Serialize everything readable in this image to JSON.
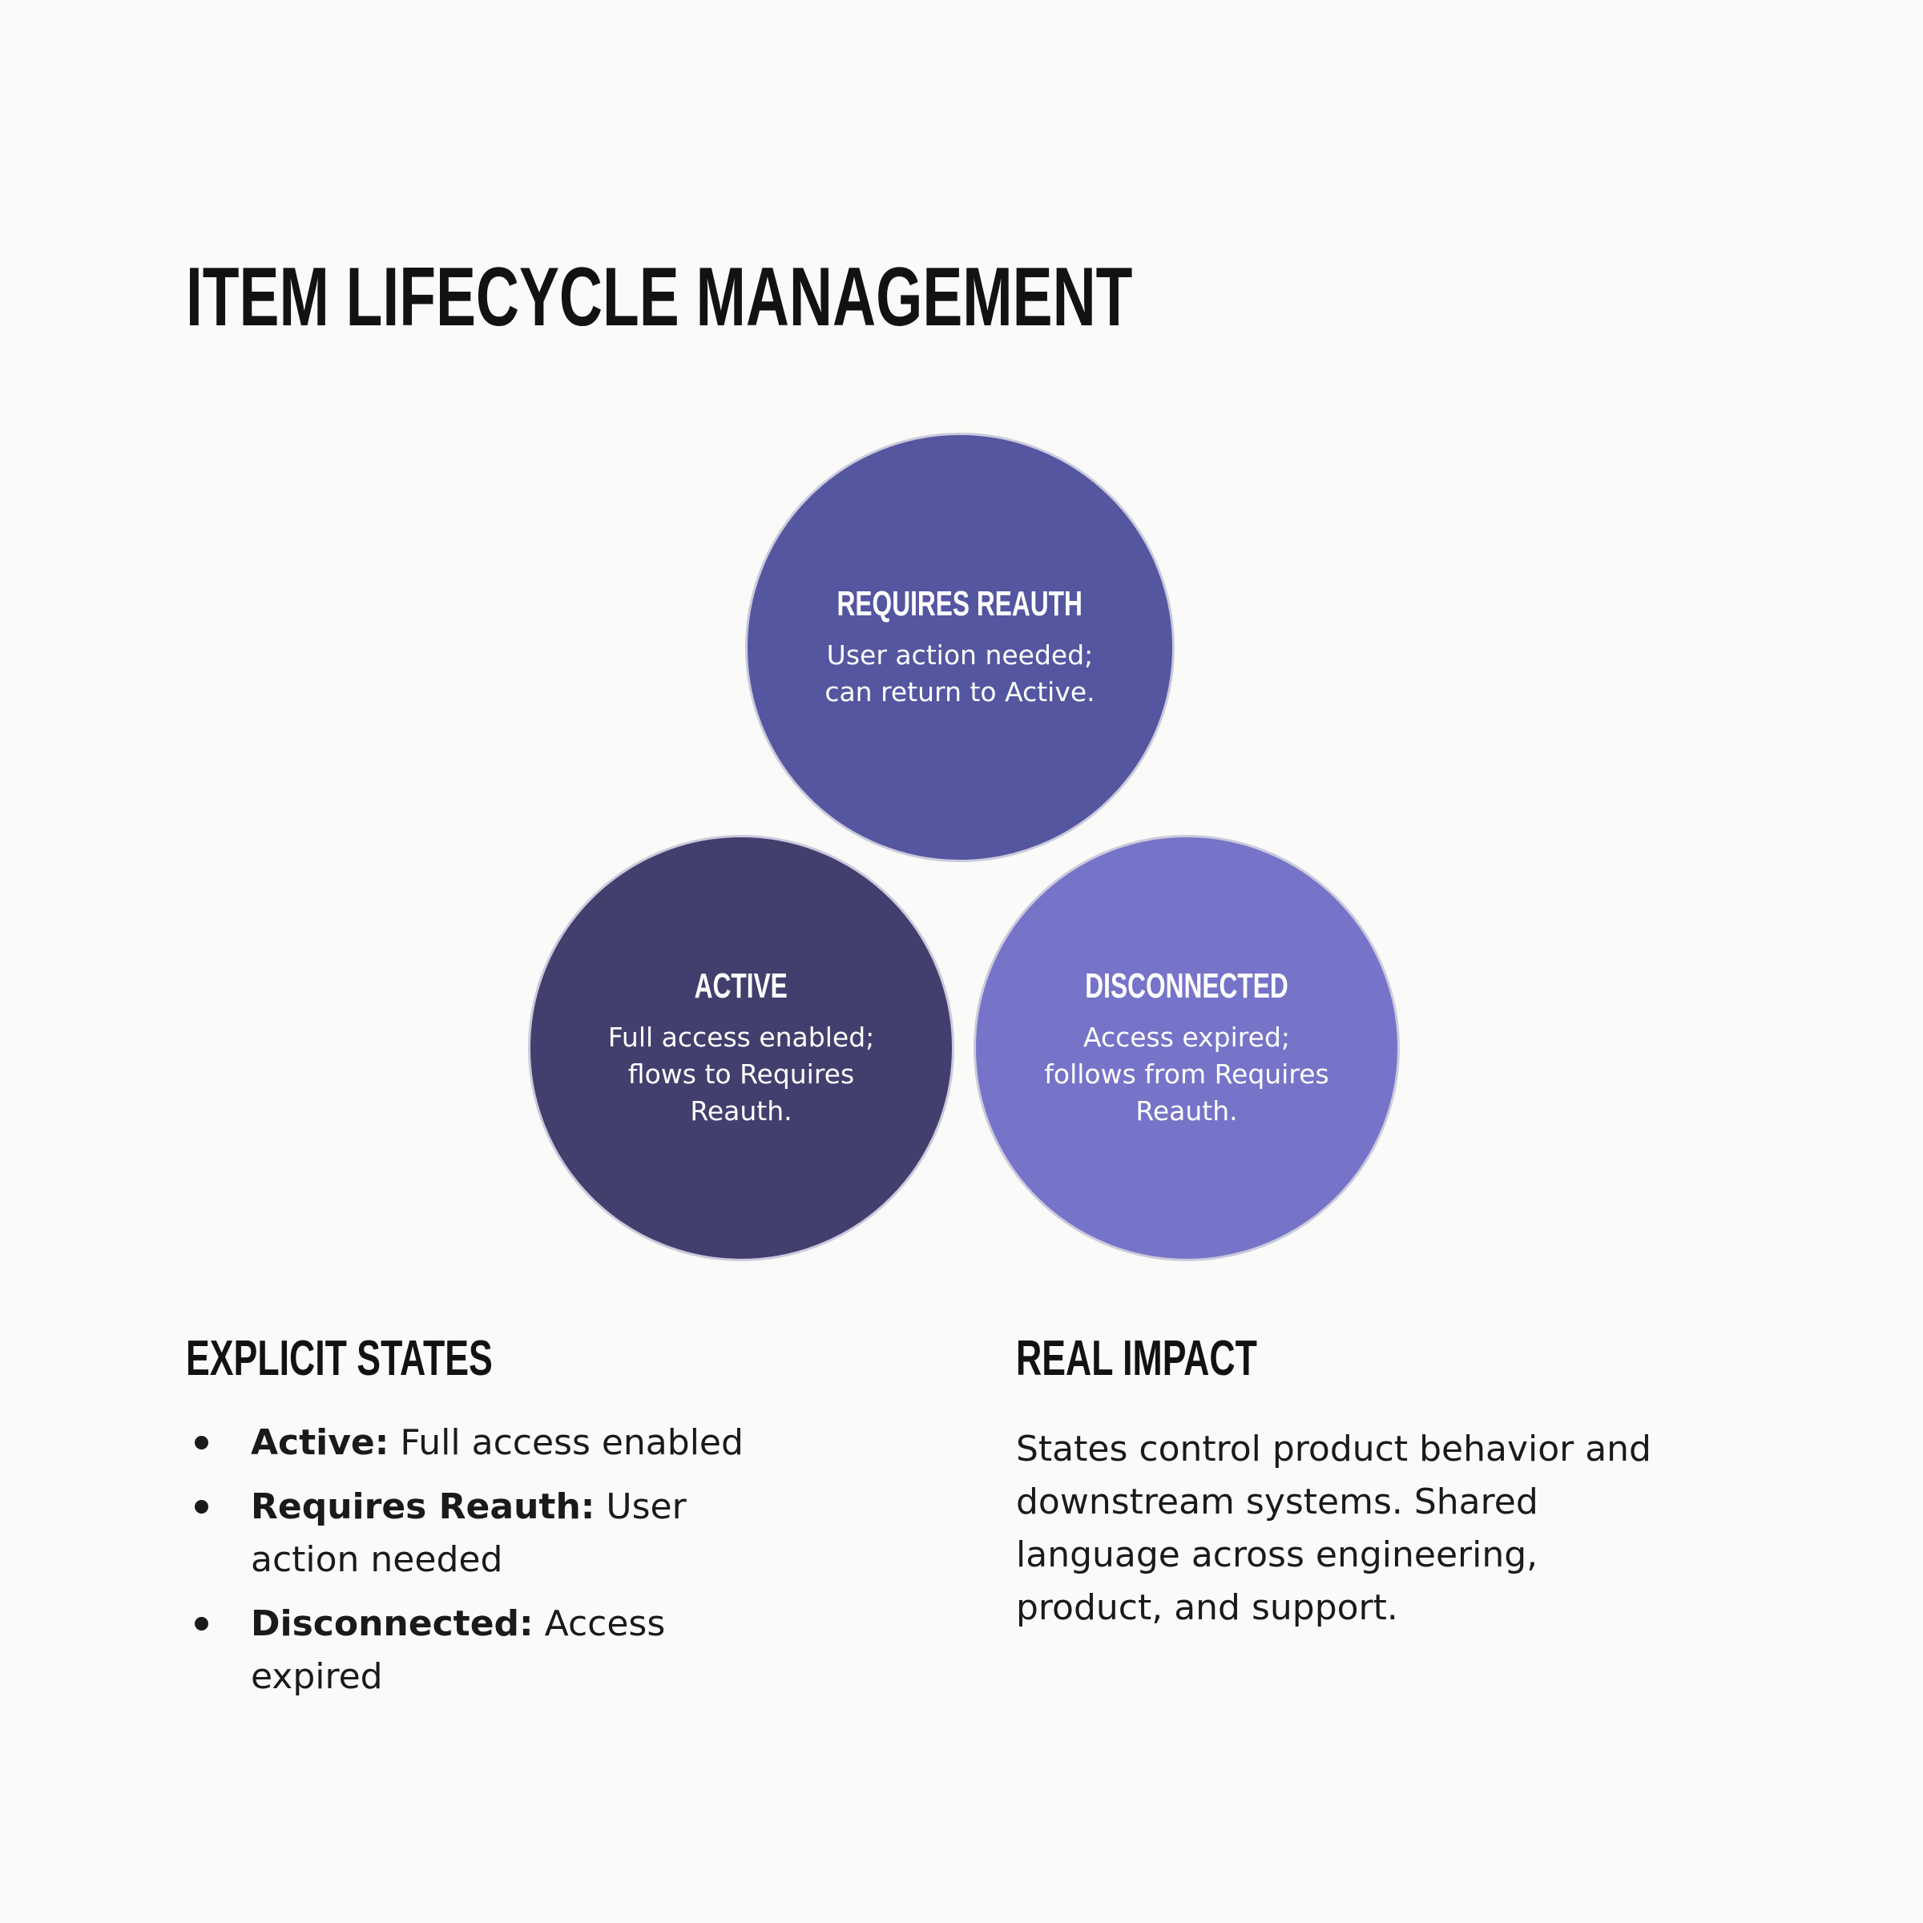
{
  "page": {
    "title": "ITEM LIFECYCLE MANAGEMENT",
    "background_color": "#FAFAF8",
    "text_color": "#1A1A1A"
  },
  "diagram": {
    "border_color": "#CBC9DC",
    "label_text_color": "#FFFFFF",
    "circles": [
      {
        "id": "requires-reauth",
        "position": "top",
        "color": "#5456A0",
        "label": "REQUIRES REAUTH",
        "lines": [
          "User action needed;",
          "can return to Active."
        ]
      },
      {
        "id": "active",
        "position": "bottom-left",
        "color": "#423F6E",
        "label": "ACTIVE",
        "lines": [
          "Full access enabled;",
          "flows to Requires",
          "Reauth."
        ]
      },
      {
        "id": "disconnected",
        "position": "bottom-right",
        "color": "#7674C8",
        "label": "DISCONNECTED",
        "lines": [
          "Access expired;",
          "follows from Requires",
          "Reauth."
        ]
      }
    ]
  },
  "sections": {
    "explicit_states": {
      "heading": "EXPLICIT STATES",
      "items": [
        {
          "term": "Active:",
          "description": "Full access enabled"
        },
        {
          "term": "Requires Reauth:",
          "description": "User action needed"
        },
        {
          "term": "Disconnected:",
          "description": "Access expired"
        }
      ]
    },
    "real_impact": {
      "heading": "REAL IMPACT",
      "lines": [
        "States control product behavior and",
        "downstream systems. Shared",
        "language across engineering,",
        "product, and support."
      ]
    }
  }
}
